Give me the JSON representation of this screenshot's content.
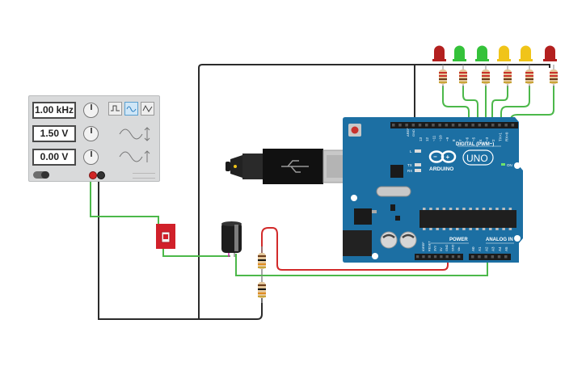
{
  "function_generator": {
    "frequency_value": "1.00 kHz",
    "amplitude_value": "1.50 V",
    "dc_offset_value": "0.00 V",
    "waveforms": [
      "square",
      "sine",
      "triangle"
    ],
    "selected_waveform": "sine"
  },
  "arduino": {
    "brand": "ARDUINO",
    "model": "UNO",
    "digital_label": "DIGITAL (PWM~)",
    "power_label": "POWER",
    "analog_label": "ANALOG IN",
    "on_label": "ON",
    "l_label": "L",
    "tx_label": "TX",
    "rx_label": "RX",
    "aref_label": "AREF",
    "gnd_label": "GND",
    "digital_pins": [
      "13",
      "12",
      "~11",
      "~10",
      "~9",
      "8",
      "7",
      "~6",
      "~5",
      "4",
      "~3",
      "2",
      "TX>1",
      "RX<0"
    ],
    "power_pins": [
      "IOREF",
      "RESET",
      "3V3",
      "5V",
      "GND",
      "GND",
      "Vin"
    ],
    "analog_pins": [
      "A0",
      "A1",
      "A2",
      "A3",
      "A4",
      "A5"
    ]
  },
  "leds": [
    {
      "color": "red",
      "hex": "#b3201f"
    },
    {
      "color": "green",
      "hex": "#34c23a"
    },
    {
      "color": "green",
      "hex": "#34c23a"
    },
    {
      "color": "yellow",
      "hex": "#f0c419"
    },
    {
      "color": "yellow",
      "hex": "#f0c419"
    },
    {
      "color": "red",
      "hex": "#b3201f"
    }
  ],
  "colors": {
    "wire_black": "#2b2b2b",
    "wire_green": "#4cb84a",
    "wire_red": "#d22a2a",
    "board_blue": "#1c6fa3",
    "board_dark": "#145a86"
  }
}
